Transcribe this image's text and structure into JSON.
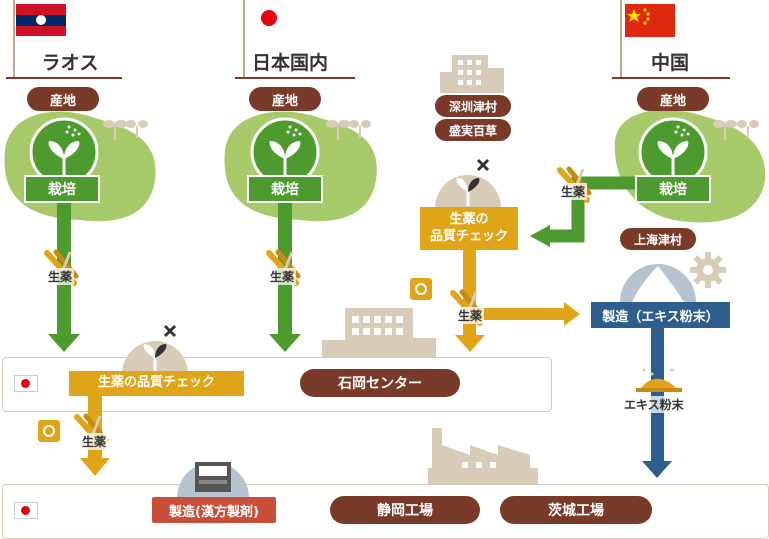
{
  "regions": {
    "laos": {
      "title": "ラオス",
      "origin": "産地",
      "cultivation": "栽培",
      "herb": "生薬"
    },
    "japan": {
      "title": "日本国内",
      "origin": "産地",
      "cultivation": "栽培",
      "herb": "生薬"
    },
    "china": {
      "title": "中国",
      "origin": "産地",
      "cultivation": "栽培",
      "herb": "生薬"
    }
  },
  "shenzhen": {
    "village": "深圳津村",
    "partner": "盛実百草",
    "qc": "生薬の\n品質チェック",
    "herb": "生薬"
  },
  "shanghai": {
    "village": "上海津村",
    "manufacture": "製造（エキス粉末）",
    "extract": "エキス粉末"
  },
  "japan_band1": {
    "qc": "生薬の品質チェック",
    "center": "石岡センター",
    "herb": "生薬"
  },
  "japan_band2": {
    "manufacture": "製造(漢方製剤)",
    "shizuoka": "静岡工場",
    "ibaraki": "茨城工場"
  },
  "colors": {
    "green": "#4d9a2e",
    "orange": "#e0a419",
    "blue": "#2e5e8e",
    "brown": "#7a3a2a",
    "field": "#9cc463"
  }
}
